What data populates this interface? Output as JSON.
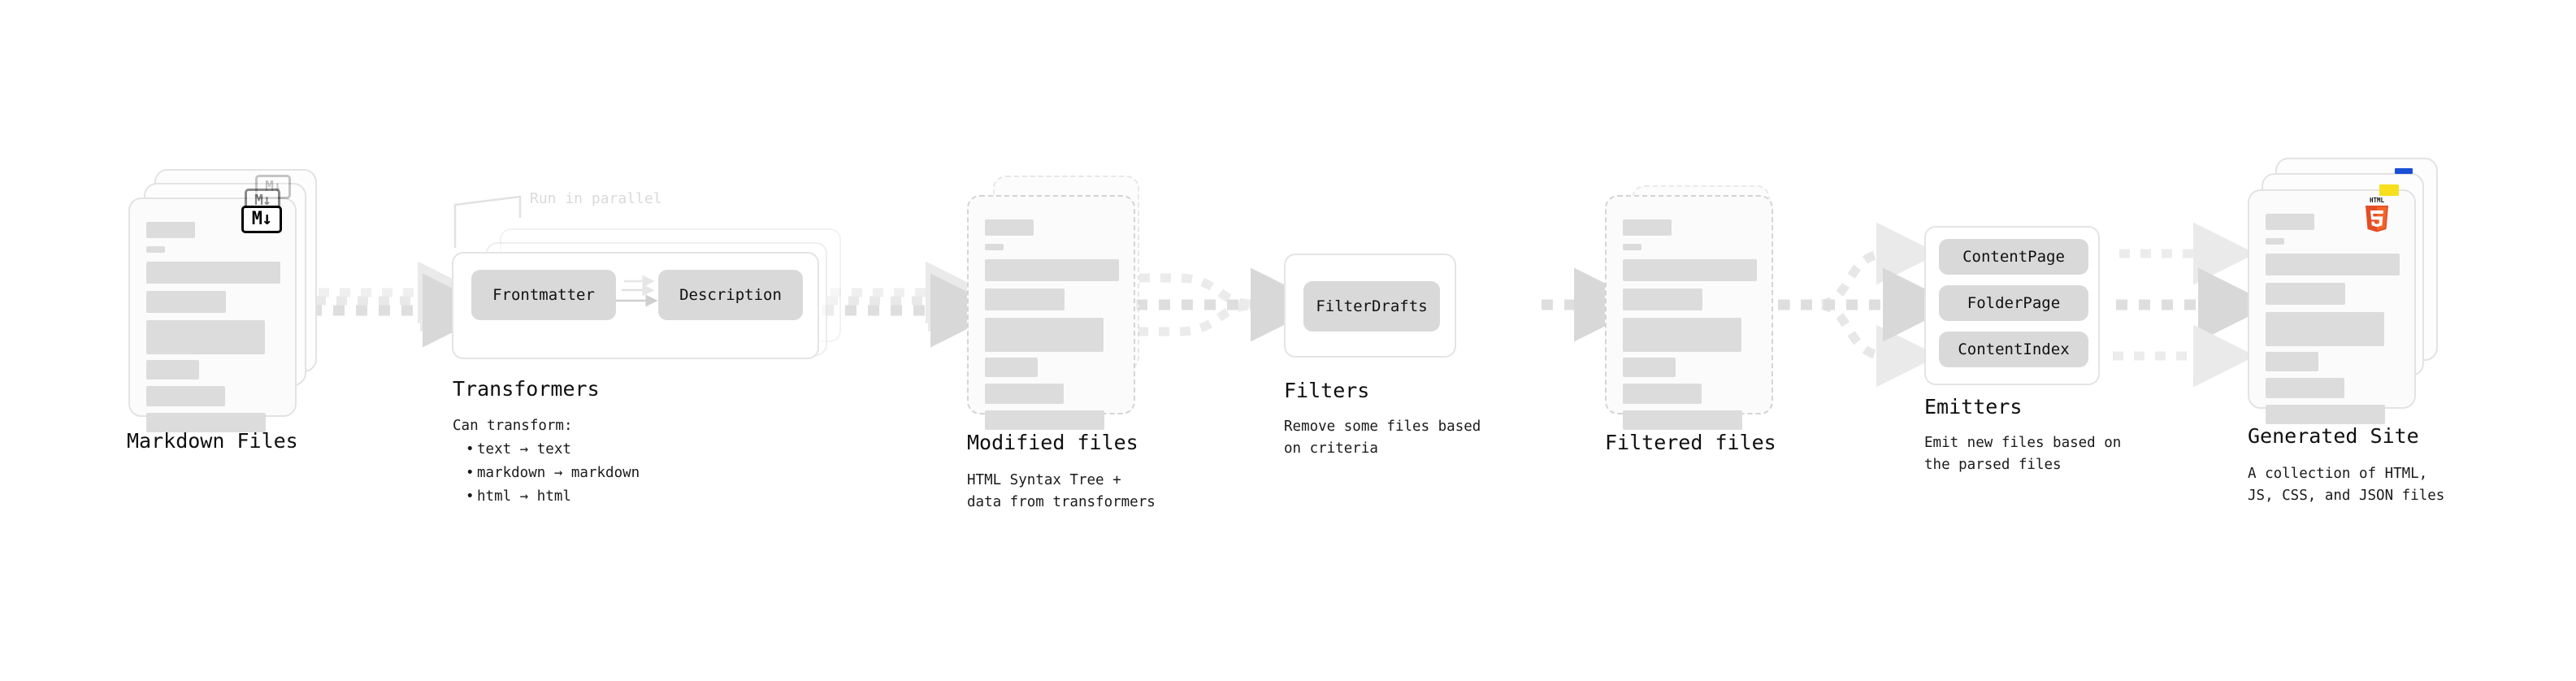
{
  "diagram": {
    "title_color": "#0f0f0f",
    "accent_colors": {
      "skeleton_bar": "#dcdcdc",
      "chip": "#d9d9d9",
      "arrow": "#dedede",
      "html5_orange": "#e44d26",
      "html5_orange_light": "#f16529",
      "css_blue": "#1a4fd6",
      "js_yellow": "#f7df1e",
      "markdown_black": "#000000"
    },
    "stages": [
      {
        "id": "markdown-files",
        "title": "Markdown Files",
        "description": "",
        "badge": "markdown-icon",
        "badge_text": "M↓"
      },
      {
        "id": "transformers",
        "title": "Transformers",
        "callout": "Run in parallel",
        "description_head": "Can transform:",
        "bullets": [
          "text → text",
          "markdown → markdown",
          "html → html"
        ],
        "chips": [
          "Frontmatter",
          "Description"
        ]
      },
      {
        "id": "modified-files",
        "title": "Modified files",
        "description": "HTML Syntax Tree +\ndata from transformers"
      },
      {
        "id": "filters",
        "title": "Filters",
        "description": "Remove some files based\non criteria",
        "chips": [
          "FilterDrafts"
        ]
      },
      {
        "id": "filtered-files",
        "title": "Filtered files",
        "description": ""
      },
      {
        "id": "emitters",
        "title": "Emitters",
        "description": "Emit new files based on\nthe parsed files",
        "chips": [
          "ContentPage",
          "FolderPage",
          "ContentIndex"
        ]
      },
      {
        "id": "generated-site",
        "title": "Generated Site",
        "description": "A collection of HTML,\nJS, CSS, and JSON files",
        "badge": "html5-icon",
        "badge_text": "HTML",
        "badge_number": "5"
      }
    ]
  }
}
